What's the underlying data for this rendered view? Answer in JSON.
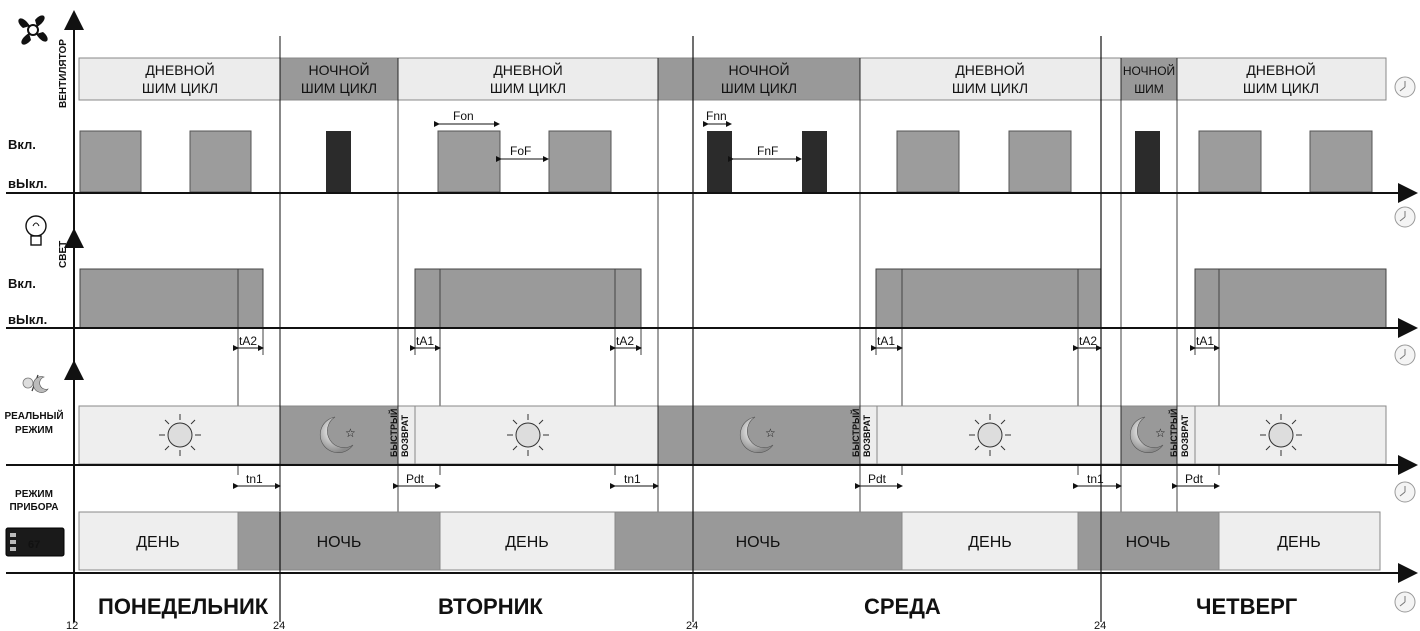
{
  "axes": {
    "fan": "ВЕНТИЛЯТОР",
    "light": "СВЕТ",
    "real_mode": [
      "РЕАЛЬНЫЙ",
      "РЕЖИМ"
    ],
    "device_mode": [
      "РЕЖИМ",
      "ПРИБОРА"
    ],
    "on": "Вкл.",
    "off": "вЫкл."
  },
  "fan_bands": [
    {
      "lines": [
        "ДНЕВНОЙ",
        "ШИМ ЦИКЛ"
      ],
      "night": false
    },
    {
      "lines": [
        "НОЧНОЙ",
        "ШИМ ЦИКЛ"
      ],
      "night": true
    },
    {
      "lines": [
        "ДНЕВНОЙ",
        "ШИМ ЦИКЛ"
      ],
      "night": false
    },
    {
      "lines": [
        "НОЧНОЙ",
        "ШИМ ЦИКЛ"
      ],
      "night": true
    },
    {
      "lines": [
        "ДНЕВНОЙ",
        "ШИМ ЦИКЛ"
      ],
      "night": false
    },
    {
      "lines": [
        "НОЧНОЙ",
        "ШИМ"
      ],
      "night": true
    },
    {
      "lines": [
        "ДНЕВНОЙ",
        "ШИМ ЦИКЛ"
      ],
      "night": false
    }
  ],
  "fan_params": {
    "fon": "Fon",
    "fof": "FoF",
    "fnn": "Fnn",
    "fnf": "FnF"
  },
  "light_params": {
    "ta1": "tA1",
    "ta2": "tA2"
  },
  "mode_params": {
    "tn1": "tn1",
    "pdt": "Pdt"
  },
  "fast_return": [
    "БЫСТРЫЙ",
    "ВОЗВРАТ"
  ],
  "device_modes": [
    "ДЕНЬ",
    "НОЧЬ",
    "ДЕНЬ",
    "НОЧЬ",
    "ДЕНЬ",
    "НОЧЬ",
    "ДЕНЬ"
  ],
  "days": [
    "ПОНЕДЕЛЬНИК",
    "ВТОРНИК",
    "СРЕДА",
    "ЧЕТВЕРГ"
  ],
  "hour_ticks": [
    "12",
    "24",
    "24",
    "24"
  ],
  "device_display": "67",
  "colors": {
    "day_band": "#ececec",
    "night_band": "#999999",
    "pulse_day": "#9c9c9c",
    "pulse_night": "#2b2b2b",
    "light_fill": "#9a9a9a",
    "mode_day": "#eeeeee",
    "mode_night": "#999999"
  },
  "icons": [
    "fan-icon",
    "bulb-icon",
    "sun-moon-icon",
    "controller-icon",
    "sun-icon",
    "moon-icon",
    "clock-icon"
  ]
}
